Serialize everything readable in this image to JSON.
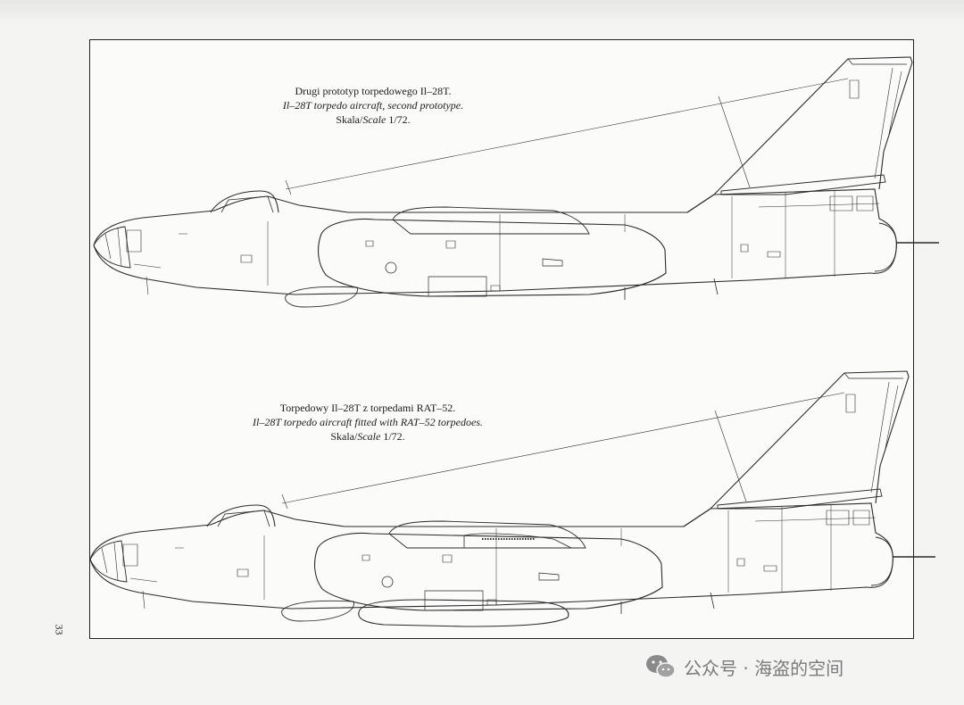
{
  "page": {
    "number": "33"
  },
  "drawings": [
    {
      "caption_pl": "Drugi prototyp torpedowego Il–28T.",
      "caption_en": "Il–28T torpedo aircraft, second prototype.",
      "scale_word": "Skala/",
      "scale_word_it": "Scale",
      "scale_value": " 1/72."
    },
    {
      "caption_pl": "Torpedowy Il–28T z torpedami RAT–52.",
      "caption_en": "Il–28T  torpedo aircraft fitted with RAT–52 torpedoes.",
      "scale_word": "Skala/",
      "scale_word_it": "Scale",
      "scale_value": " 1/72."
    }
  ],
  "watermark": {
    "text": "公众号 · 海盗的空间",
    "icon": "wechat-icon"
  },
  "colors": {
    "line": "#2b2b2b",
    "paper": "#fbfbfa"
  }
}
